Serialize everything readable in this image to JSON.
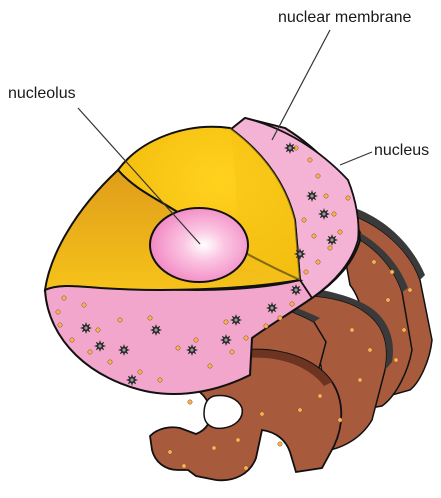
{
  "labels": {
    "nuclear_membrane": "nuclear membrane",
    "nucleolus": "nucleolus",
    "nucleus": "nucleus"
  },
  "colors": {
    "nucleoplasm": "#f7c80f",
    "nucleoplasm_shadow": "#e0a516",
    "envelope": "#f2a6cc",
    "envelope_dark": "#e58bbb",
    "nucleolus": "#f58cc4",
    "nucleolus_highlight": "#ffffff",
    "rough_er": "#a85a3d",
    "rough_er_dark": "#6e3422",
    "er_lumen": "#3a3a3a",
    "ribosome": "#f5b15a",
    "pore": "#2b2b2b",
    "outline": "#111111",
    "leader_line": "#333333"
  },
  "structures": [
    "nuclear-envelope",
    "nucleoplasm",
    "nucleolus",
    "nuclear-pores",
    "rough-endoplasmic-reticulum",
    "ribosomes"
  ]
}
